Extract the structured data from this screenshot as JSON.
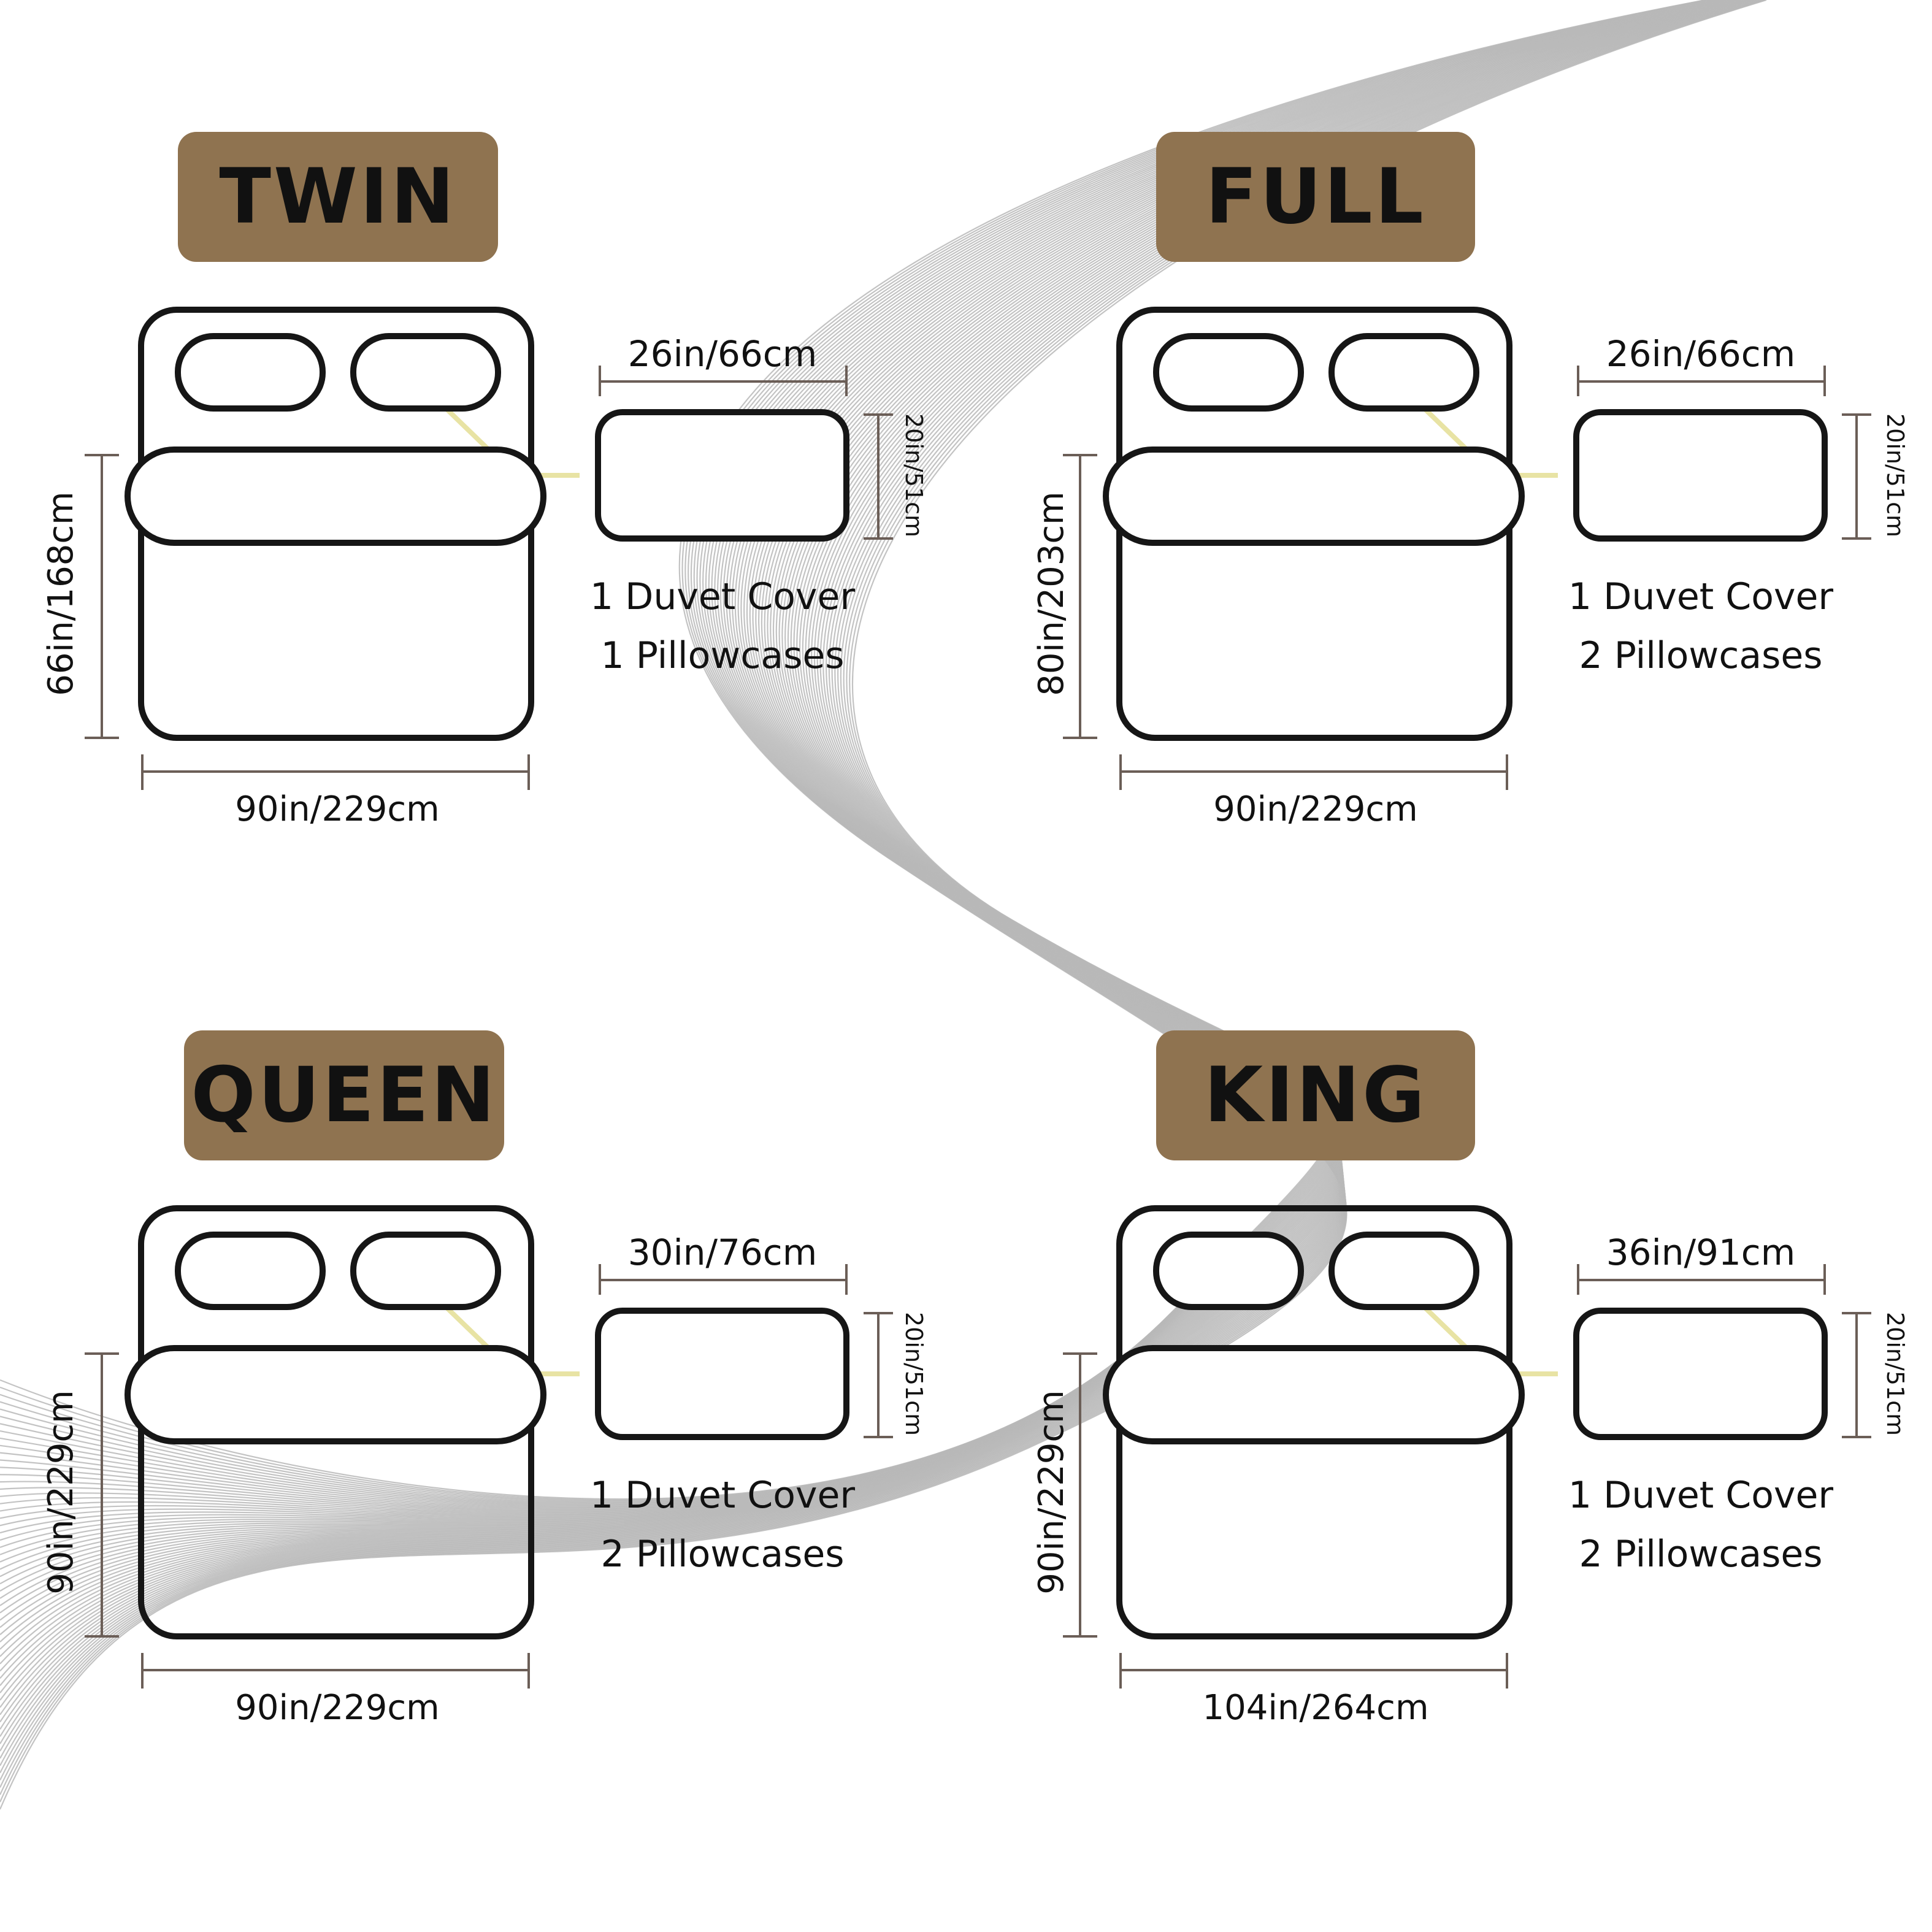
{
  "colors": {
    "badge_fill": "#8f7350",
    "outline": "#161616",
    "dim_line": "#6b5e57",
    "accent_line": "#e8e3a4",
    "wave": "#b9b9b9"
  },
  "sizes": [
    {
      "key": "twin",
      "name": "TWIN",
      "width_label": "90in/229cm",
      "length_label": "66in/168cm",
      "pillow_width_label": "26in/66cm",
      "pillow_height_label": "20in/51cm",
      "duvet_text": "1 Duvet Cover",
      "pillow_text": "1 Pillowcases"
    },
    {
      "key": "full",
      "name": "FULL",
      "width_label": "90in/229cm",
      "length_label": "80in/203cm",
      "pillow_width_label": "26in/66cm",
      "pillow_height_label": "20in/51cm",
      "duvet_text": "1 Duvet Cover",
      "pillow_text": "2 Pillowcases"
    },
    {
      "key": "queen",
      "name": "QUEEN",
      "width_label": "90in/229cm",
      "length_label": "90in/229cm",
      "pillow_width_label": "30in/76cm",
      "pillow_height_label": "20in/51cm",
      "duvet_text": "1 Duvet Cover",
      "pillow_text": "2 Pillowcases"
    },
    {
      "key": "king",
      "name": "KING",
      "width_label": "104in/264cm",
      "length_label": "90in/229cm",
      "pillow_width_label": "36in/91cm",
      "pillow_height_label": "20in/51cm",
      "duvet_text": "1 Duvet Cover",
      "pillow_text": "2 Pillowcases"
    }
  ]
}
